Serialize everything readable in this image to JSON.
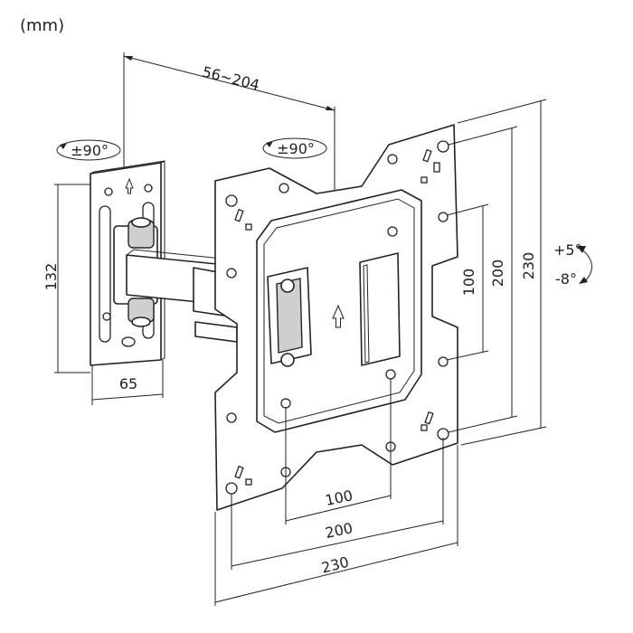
{
  "unit_label": "(mm)",
  "dimensions": {
    "arm_extension": "56~204",
    "wall_plate_height": "132",
    "wall_plate_width": "65",
    "vesa_inner": "100",
    "vesa_mid": "200",
    "vesa_outer": "230",
    "vesa_inner_vertical": "100",
    "vesa_mid_vertical": "200",
    "vesa_outer_vertical": "230"
  },
  "rotation": {
    "wall_swivel": "±90°",
    "tv_swivel": "±90°",
    "tilt_up": "+5°",
    "tilt_down": "-8°"
  },
  "colors": {
    "line": "#222222",
    "part_fill": "#ffffff",
    "shade": "#cfcfcf"
  }
}
